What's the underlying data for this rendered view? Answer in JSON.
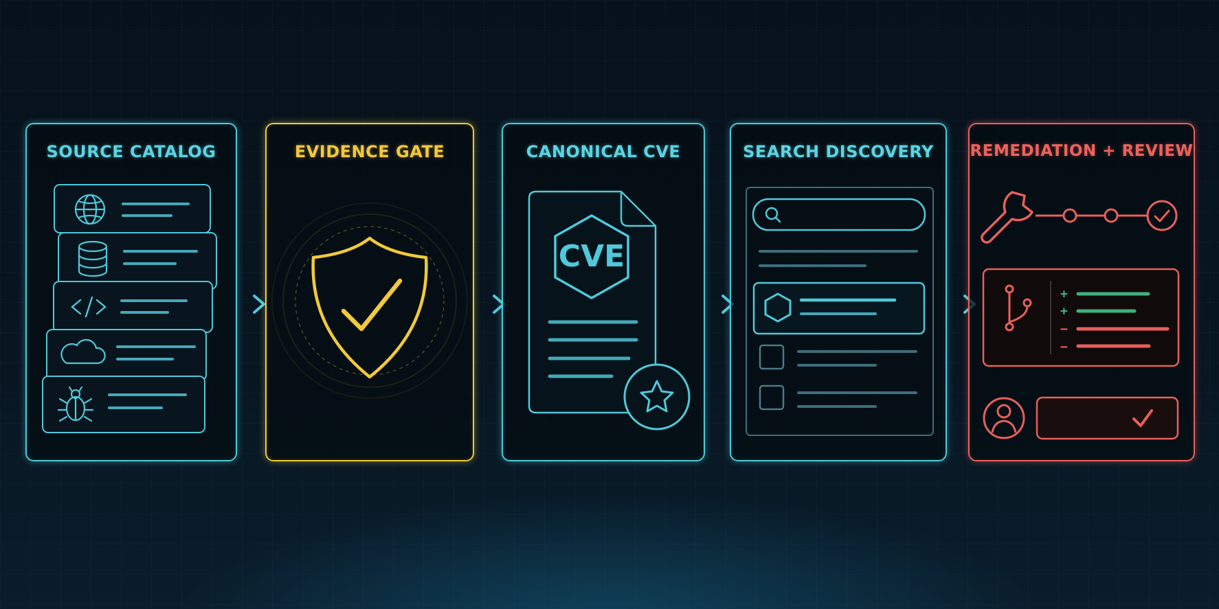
{
  "panels": [
    {
      "title": "SOURCE CATALOG",
      "color": "#4fc9d9"
    },
    {
      "title": "EVIDENCE GATE",
      "color": "#f1c93a"
    },
    {
      "title": "CANONICAL CVE",
      "color": "#4fc9d9",
      "badge": "CVE"
    },
    {
      "title": "SEARCH DISCOVERY",
      "color": "#4fc9d9"
    },
    {
      "title": "REMEDIATION + REVIEW",
      "color": "#e8605a",
      "diff_markers": [
        "+",
        "+",
        "−",
        "−"
      ]
    }
  ],
  "icons": {
    "source_catalog": [
      "globe-icon",
      "database-icon",
      "code-icon",
      "cloud-icon",
      "bug-icon"
    ],
    "evidence_gate": [
      "shield-check-icon"
    ],
    "canonical_cve": [
      "document-icon",
      "cve-hexagon-icon",
      "star-badge-icon"
    ],
    "search_discovery": [
      "search-icon",
      "hexagon-icon",
      "checkbox-icon"
    ],
    "remediation_review": [
      "wrench-icon",
      "check-circle-icon",
      "git-branch-icon",
      "user-avatar-icon",
      "check-icon"
    ]
  },
  "colors": {
    "cyan": "#4fc9d9",
    "yellow": "#f1c93a",
    "red": "#e8605a",
    "green": "#3fb27f",
    "background": "#06101a"
  }
}
